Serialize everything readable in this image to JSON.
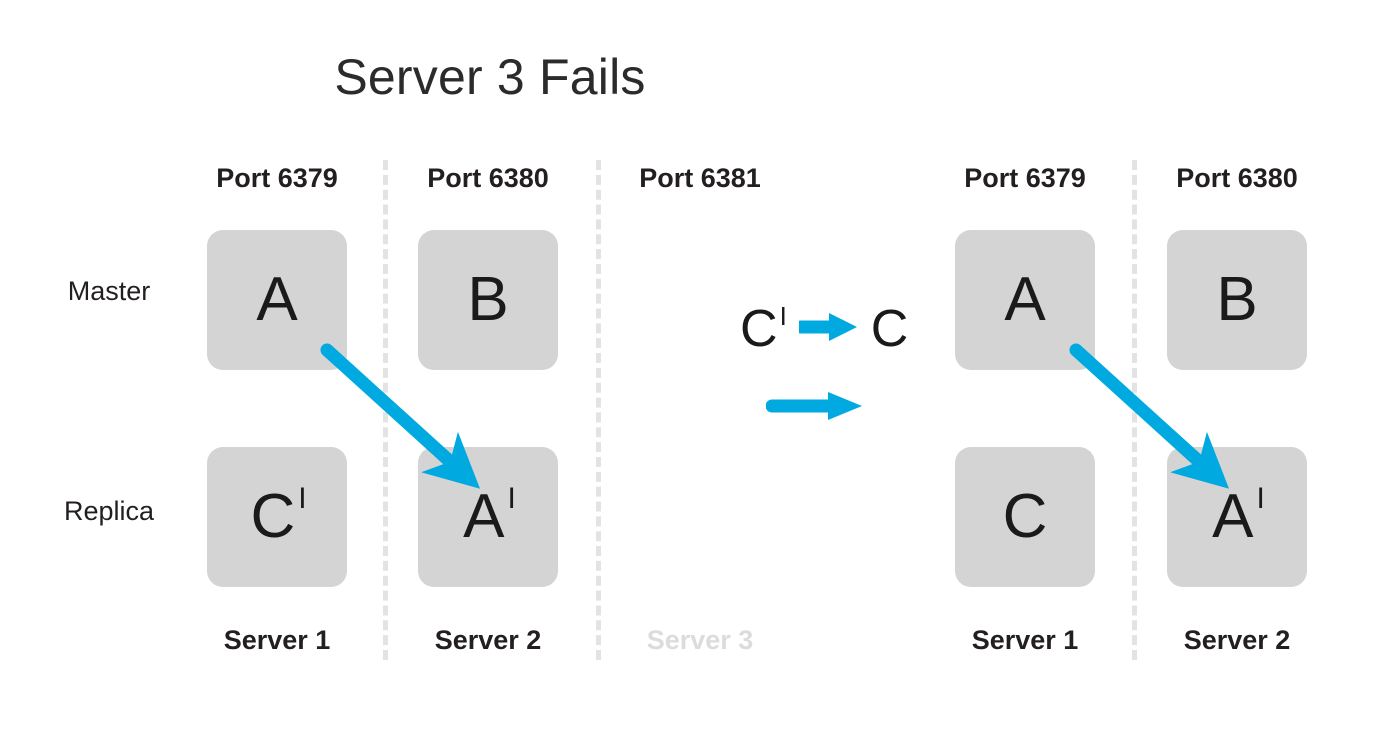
{
  "title": "Server 3 Fails",
  "accent_color": "#00a9e0",
  "box_color": "#d4d4d4",
  "divider_color": "#e3e3e3",
  "faded_color": "#dcdcdc",
  "row_labels": {
    "master": "Master",
    "replica": "Replica"
  },
  "before": {
    "columns": [
      {
        "port": "Port 6379",
        "server": "Server 1",
        "failed": false,
        "master": {
          "letter": "A",
          "prime": ""
        },
        "replica": {
          "letter": "C",
          "prime": "I"
        }
      },
      {
        "port": "Port 6380",
        "server": "Server 2",
        "failed": false,
        "master": {
          "letter": "B",
          "prime": ""
        },
        "replica": {
          "letter": "A",
          "prime": "I"
        }
      },
      {
        "port": "Port 6381",
        "server": "Server 3",
        "failed": true,
        "master": null,
        "replica": null
      }
    ]
  },
  "after": {
    "columns": [
      {
        "port": "Port 6379",
        "server": "Server 1",
        "failed": false,
        "master": {
          "letter": "A",
          "prime": ""
        },
        "replica": {
          "letter": "C",
          "prime": ""
        }
      },
      {
        "port": "Port 6380",
        "server": "Server 2",
        "failed": false,
        "master": {
          "letter": "B",
          "prime": ""
        },
        "replica": {
          "letter": "A",
          "prime": "I"
        }
      }
    ]
  },
  "legend": {
    "promotion": {
      "from_letter": "C",
      "from_prime": "I",
      "to_letter": "C",
      "to_prime": ""
    },
    "transition_arrow": "arrow-right"
  },
  "replication_arrows": [
    {
      "label": "A-to-A-replica-left"
    },
    {
      "label": "A-to-A-replica-right"
    }
  ]
}
